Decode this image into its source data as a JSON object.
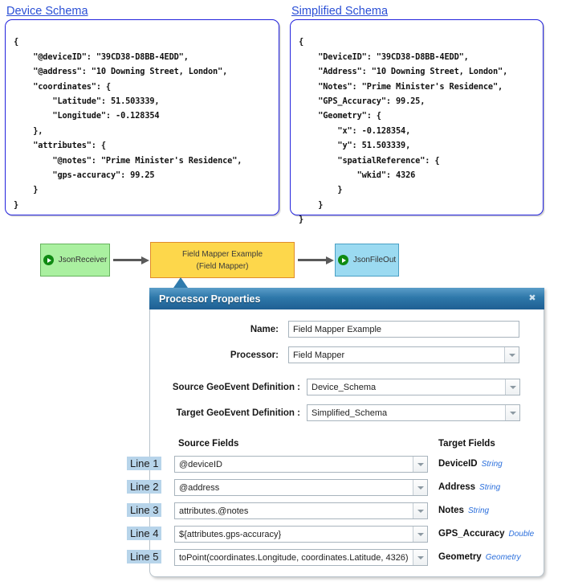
{
  "schemas": {
    "left": {
      "title": "Device Schema",
      "code": "{\n    \"@deviceID\": \"39CD38-D8BB-4EDD\",\n    \"@address\": \"10 Downing Street, London\",\n    \"coordinates\": {\n        \"Latitude\": 51.503339,\n        \"Longitude\": -0.128354\n    },\n    \"attributes\": {\n        \"@notes\": \"Prime Minister's Residence\",\n        \"gps-accuracy\": 99.25\n    }\n}"
    },
    "right": {
      "title": "Simplified Schema",
      "code": "{\n    \"DeviceID\": \"39CD38-D8BB-4EDD\",\n    \"Address\": \"10 Downing Street, London\",\n    \"Notes\": \"Prime Minister's Residence\",\n    \"GPS_Accuracy\": 99.25,\n    \"Geometry\": {\n        \"x\": -0.128354,\n        \"y\": 51.503339,\n        \"spatialReference\": {\n            \"wkid\": 4326\n        }\n    }\n}"
    }
  },
  "flow": {
    "input_node": {
      "label": "JsonReceiver",
      "icon": "play-icon",
      "color": "#aaf0a0"
    },
    "processor_node": {
      "line1": "Field Mapper Example",
      "line2": "(Field Mapper)",
      "color": "#fdd74b"
    },
    "output_node": {
      "label": "JsonFileOut",
      "icon": "play-icon",
      "color": "#9bdaf1"
    }
  },
  "dialog": {
    "title": "Processor Properties",
    "close_label": "✖",
    "fields": {
      "name_label": "Name:",
      "name_value": "Field Mapper Example",
      "processor_label": "Processor:",
      "processor_value": "Field Mapper",
      "source_def_label": "Source GeoEvent Definition :",
      "source_def_value": "Device_Schema",
      "target_def_label": "Target GeoEvent Definition :",
      "target_def_value": "Simplified_Schema"
    },
    "columns": {
      "source_header": "Source Fields",
      "target_header": "Target Fields"
    },
    "mappings": [
      {
        "line": "Line 1",
        "source": "@deviceID",
        "target": "DeviceID",
        "type": "String"
      },
      {
        "line": "Line 2",
        "source": "@address",
        "target": "Address",
        "type": "String"
      },
      {
        "line": "Line 3",
        "source": "attributes.@notes",
        "target": "Notes",
        "type": "String"
      },
      {
        "line": "Line 4",
        "source": "${attributes.gps-accuracy}",
        "target": "GPS_Accuracy",
        "type": "Double"
      },
      {
        "line": "Line 5",
        "source": "toPoint(coordinates.Longitude, coordinates.Latitude, 4326)",
        "target": "Geometry",
        "type": "Geometry"
      }
    ]
  },
  "colors": {
    "schema_border": "#2222dd",
    "schema_title": "#2a4fd6",
    "dialog_header": "#2e78aa",
    "line_tag_bg": "#b7d4ea",
    "type_text": "#2b6fdc"
  }
}
